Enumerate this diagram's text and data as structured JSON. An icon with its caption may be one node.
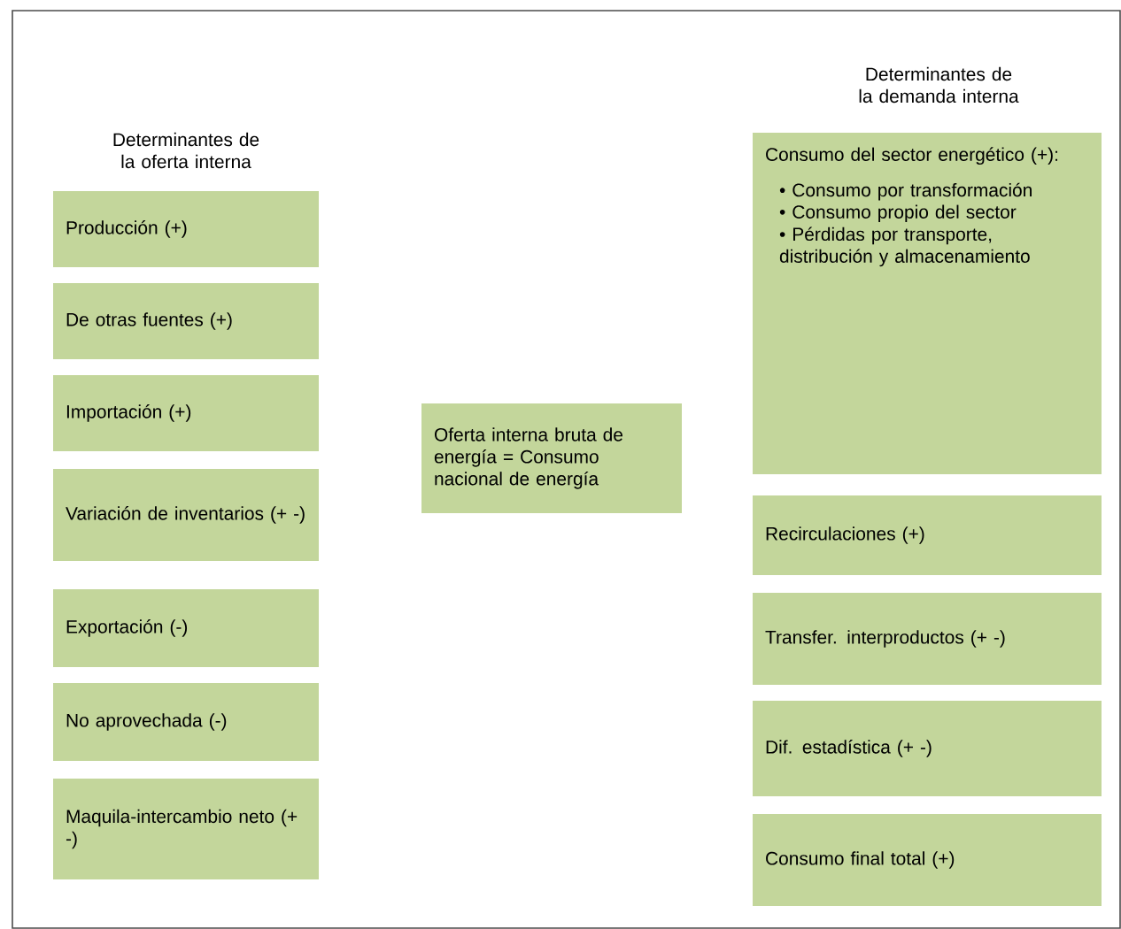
{
  "diagram": {
    "nodes": [
      {
        "text": [
          "Producción (+)"
        ]
      },
      {
        "text": [
          "De  otras fuentes (+)"
        ]
      },
      {
        "text": [
          "Importación (+)"
        ]
      },
      {
        "text": [
          "Variación de inventarios (+ -)"
        ]
      },
      {
        "text": [
          "Exportación (-)"
        ]
      },
      {
        "text": [
          "No aprovechada (-)"
        ]
      },
      {
        "text": [
          "Maquila-intercambio neto (+ -)"
        ]
      },
      {
        "text": [
          "Oferta interna bruta de energía = Consumo nacional de energía"
        ]
      },
      {
        "text": [
          "Consumo del sector energético (+):",
          "• Consumo por transformación",
          "• Consumo propio del sector",
          "• Pérdidas por transporte, distribución y almacenamiento"
        ]
      },
      {
        "text": [
          "Recirculaciones (+)"
        ]
      },
      {
        "text": [
          "Transfer. interproductos (+ -)"
        ]
      },
      {
        "text": [
          "Dif. estadística (+ -)"
        ]
      },
      {
        "text": [
          "Consumo final total (+)"
        ]
      }
    ],
    "labels": [
      "Determinantes de la oferta interna",
      "Determinantes de la demanda interna"
    ]
  }
}
